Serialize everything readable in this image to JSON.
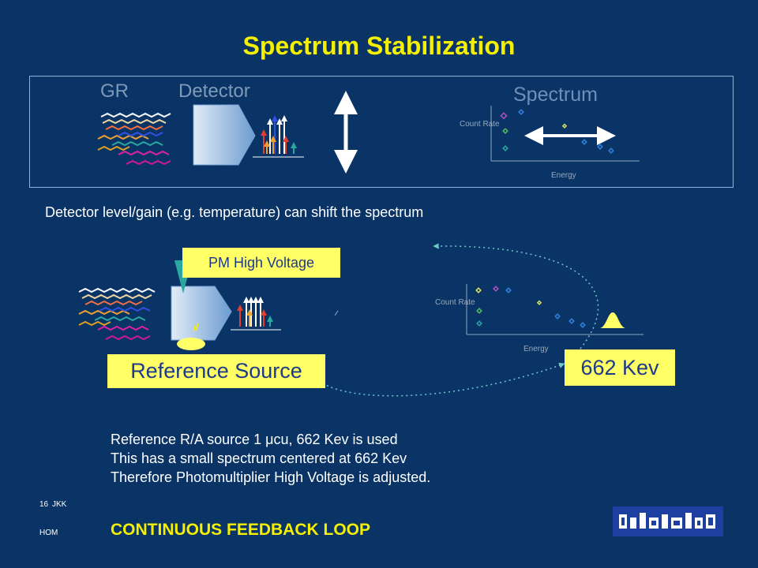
{
  "title": "Spectrum Stabilization",
  "top": {
    "gr_label": "GR",
    "detector_label": "Detector",
    "spectrum_label": "Spectrum",
    "count_rate_label": "Count Rate",
    "energy_label": "Energy"
  },
  "caption": "Detector level/gain (e.g. temperature) can shift the spectrum",
  "bottom": {
    "pm_label": "PM High Voltage",
    "reference_label": "Reference Source",
    "kev_label": "662 Kev",
    "count_rate_label": "Count Rate",
    "energy_label": "Energy"
  },
  "notes": {
    "line1_pre": "Reference  R/A source 1 ",
    "line1_mu": "μ",
    "line1_post": "cu, 662 Kev is used",
    "line2": "This has a small spectrum centered at 662 Kev",
    "line3": "Therefore Photomultiplier High Voltage is adjusted."
  },
  "footer": {
    "page": "16",
    "author": "JKK",
    "hom": "HOM",
    "feedback": "CONTINUOUS FEEDBACK LOOP"
  },
  "colors": {
    "background": "#0a3466",
    "title": "#f5f000",
    "highlight_box": "#ffff66",
    "arrow": "#ffffff"
  }
}
